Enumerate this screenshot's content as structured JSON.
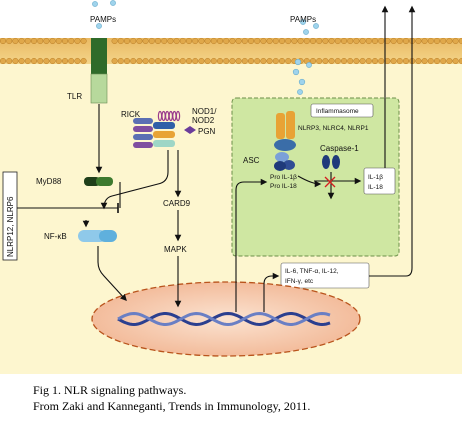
{
  "diagram": {
    "labels": {
      "pamps_left": "PAMPs",
      "pamps_right": "PAMPs",
      "tlr": "TLR",
      "rick": "RICK",
      "nod": "NOD1/\nNOD2",
      "pgn": "PGN",
      "inflammasome": "Inflammasome",
      "nlrp_members": "NLRP3, NLRC4, NLRP1",
      "asc": "ASC",
      "caspase1": "Caspase-1",
      "pro_il1b": "Pro IL-1β",
      "pro_il18": "Pro IL-18",
      "il1b": "IL-1β",
      "il18": "IL-18",
      "myd88": "MyD88",
      "nfkb": "NF-κB",
      "card9": "CARD9",
      "mapk": "MAPK",
      "cytokines_line1": "IL-6, TNF-α, IL-12,",
      "cytokines_line2": "IFN-γ, etc",
      "nlrp12_nlrp6": "NLRP12, NLRP6"
    },
    "colors": {
      "membrane_top": "#f0c873",
      "cytoplasm": "#fdf6cf",
      "inflammasome_box": "#cfe7a2",
      "tlr_green": "#2f6b2a",
      "nucleus": "#f5c6a8"
    }
  },
  "caption": {
    "line1": "Fig 1. NLR signaling pathways.",
    "line2": "From  Zaki and Kanneganti, Trends in Immunology, 2011."
  }
}
